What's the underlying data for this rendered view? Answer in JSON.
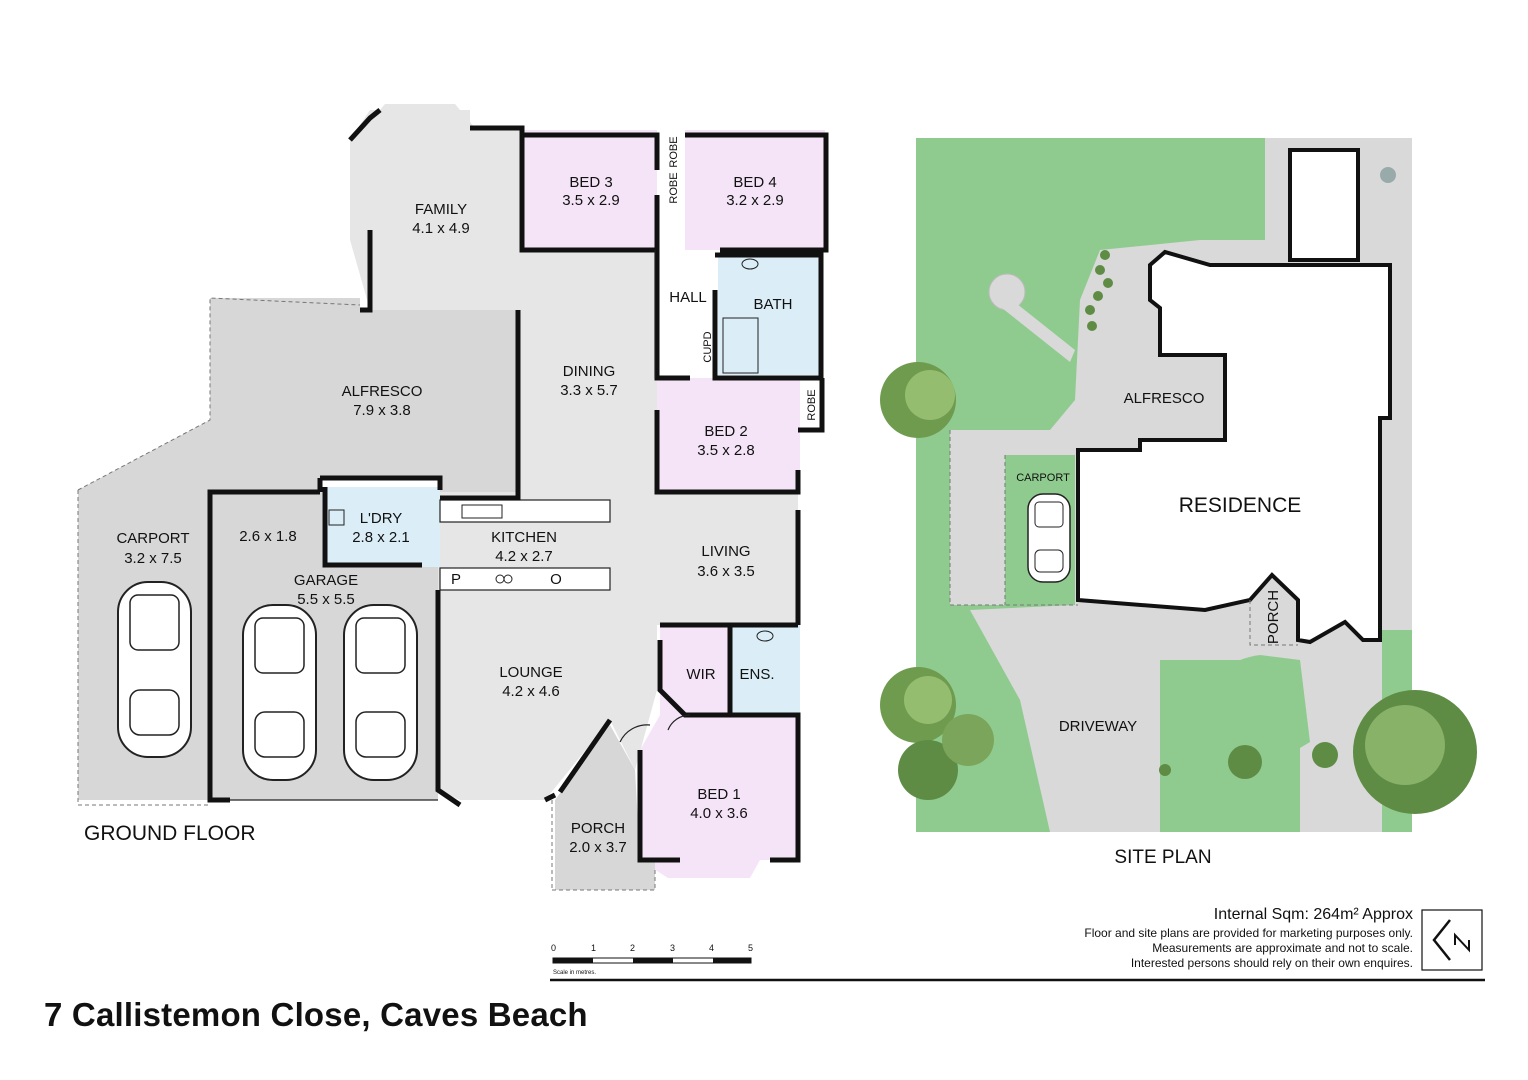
{
  "title": "7 Callistemon Close, Caves Beach",
  "floor_plan": {
    "label": "GROUND FLOOR",
    "rooms": {
      "family": {
        "name": "FAMILY",
        "dims": "4.1 x 4.9"
      },
      "bed3": {
        "name": "BED 3",
        "dims": "3.5 x 2.9"
      },
      "bed4": {
        "name": "BED 4",
        "dims": "3.2 x 2.9"
      },
      "robe1": {
        "name": "ROBE"
      },
      "robe2": {
        "name": "ROBE"
      },
      "robe3": {
        "name": "ROBE"
      },
      "hall": {
        "name": "HALL"
      },
      "bath": {
        "name": "BATH"
      },
      "cupd": {
        "name": "CUPD"
      },
      "dining": {
        "name": "DINING",
        "dims": "3.3 x 5.7"
      },
      "alfresco": {
        "name": "ALFRESCO",
        "dims": "7.9 x 3.8"
      },
      "bed2": {
        "name": "BED 2",
        "dims": "3.5 x 2.8"
      },
      "ldry": {
        "name": "L'DRY",
        "dims": "2.8 x 2.1"
      },
      "kitchen": {
        "name": "KITCHEN",
        "dims": "4.2 x 2.7"
      },
      "pantry": {
        "name": "P"
      },
      "oven": {
        "name": "O"
      },
      "living": {
        "name": "LIVING",
        "dims": "3.6 x 3.5"
      },
      "carport": {
        "name": "CARPORT",
        "dims": "3.2 x 7.5"
      },
      "store": {
        "dims": "2.6 x 1.8"
      },
      "garage": {
        "name": "GARAGE",
        "dims": "5.5 x 5.5"
      },
      "lounge": {
        "name": "LOUNGE",
        "dims": "4.2 x 4.6"
      },
      "wir": {
        "name": "WIR"
      },
      "ens": {
        "name": "ENS."
      },
      "bed1": {
        "name": "BED 1",
        "dims": "4.0 x 3.6"
      },
      "porch": {
        "name": "PORCH",
        "dims": "2.0 x 3.7"
      }
    }
  },
  "site_plan": {
    "label": "SITE PLAN",
    "residence": "RESIDENCE",
    "alfresco": "ALFRESCO",
    "carport": "CARPORT",
    "driveway": "DRIVEWAY",
    "porch": "PORCH"
  },
  "scale_bar": {
    "ticks": [
      "0",
      "1",
      "2",
      "3",
      "4",
      "5"
    ],
    "caption": "Scale in metres."
  },
  "notes": {
    "sqm": "Internal Sqm: 264m² Approx",
    "disclaimer": [
      "Floor and site plans are provided for marketing purposes only.",
      "Measurements are approximate and not to scale.",
      "Interested persons should rely on their own enquires."
    ]
  },
  "north_icon": "north-arrow-icon",
  "colors": {
    "bedroom": "#f5e4f7",
    "wet_area": "#dbeef7",
    "living": "#e6e6e6",
    "lawn": "#8fcb8f"
  }
}
